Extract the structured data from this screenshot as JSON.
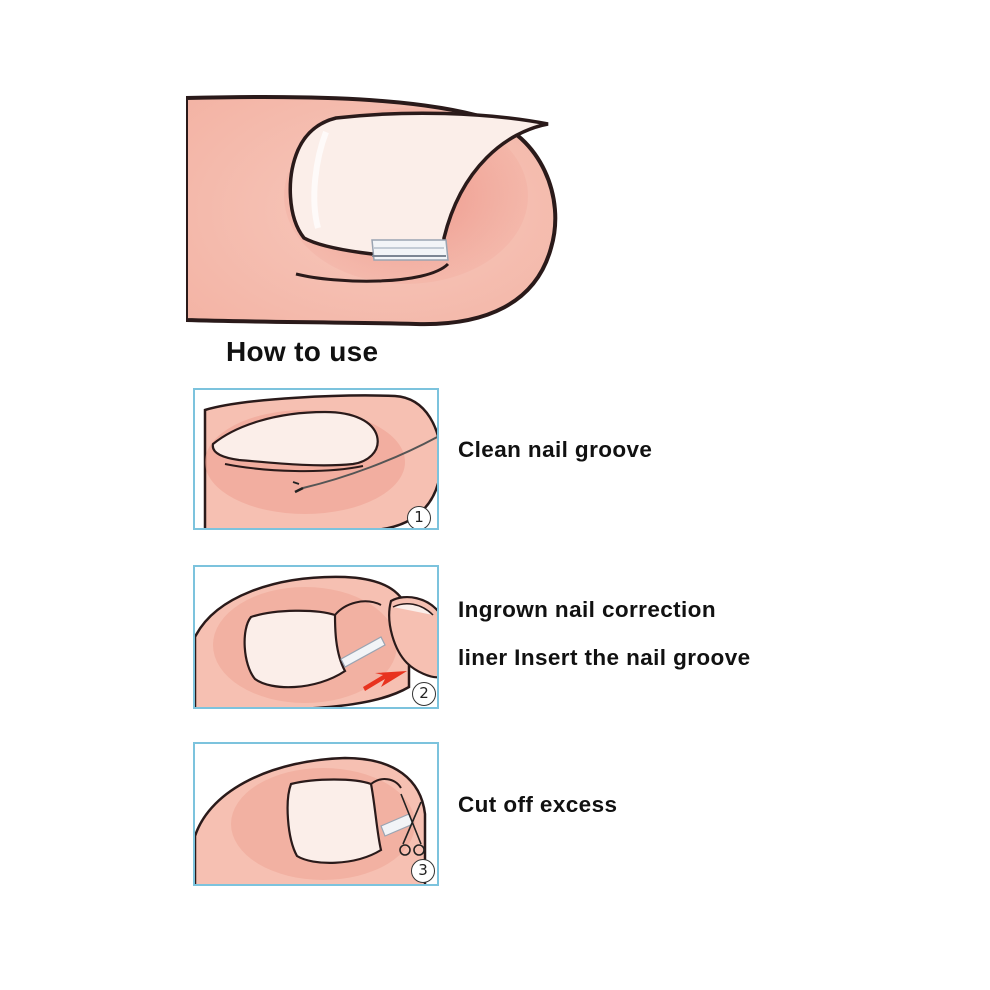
{
  "title": "How to use",
  "steps": [
    {
      "number": "1",
      "text": "Clean nail groove"
    },
    {
      "number": "2",
      "lines": [
        "Ingrown nail correction",
        "liner Insert the nail groove"
      ]
    },
    {
      "number": "3",
      "text": "Cut off excess"
    }
  ],
  "colors": {
    "skin": "#f6c0b2",
    "skin_shadow": "#ee9a8a",
    "nail": "#fbeee9",
    "outline": "#2a1a1a",
    "panel_border": "#7cc3dd",
    "arrow": "#e8331f"
  }
}
